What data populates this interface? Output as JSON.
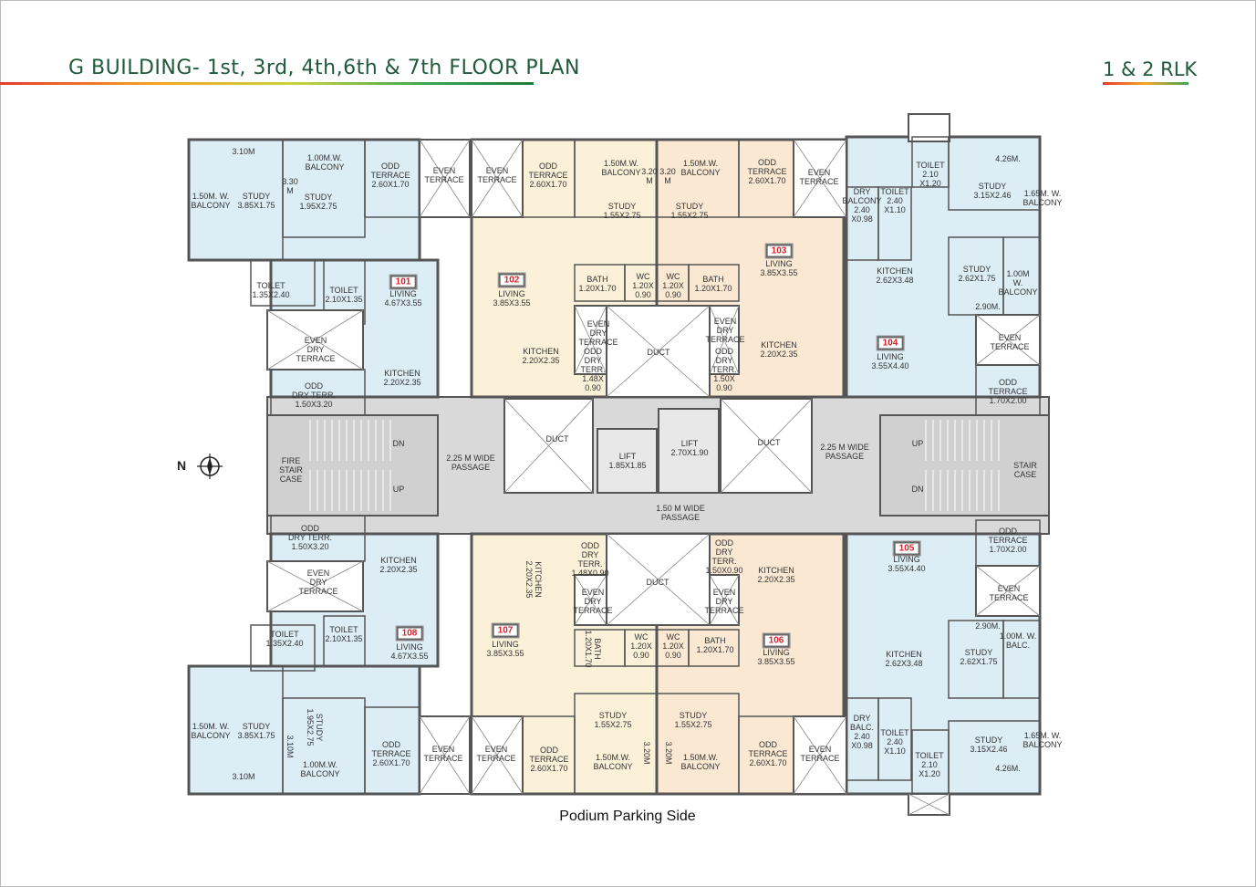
{
  "header": {
    "title": "G BUILDING- 1st, 3rd, 4th,6th & 7th FLOOR PLAN",
    "unit_type": "1 & 2 RLK"
  },
  "footer": {
    "side_label": "Podium Parking Side"
  },
  "compass": {
    "label": "N",
    "icon": "compass-north-icon"
  },
  "colors": {
    "unit_blue": "#dcedf5",
    "unit_cream": "#fbf1d9",
    "unit_peach": "#fbe8d3",
    "passage": "#d9d9d9",
    "wall": "#555555",
    "unit_number": "#d8232a"
  },
  "units": [
    "101",
    "102",
    "103",
    "104",
    "105",
    "106",
    "107",
    "108"
  ],
  "plan": {
    "labels": [
      "3.10M",
      "1.00M.W.\nBALCONY",
      "3.30\nM",
      "ODD\nTERRACE\n2.60X1.70",
      "EVEN\nTERRACE",
      "EVEN\nTERRACE",
      "1.50M. W.\nBALCONY",
      "STUDY\n3.85X1.75",
      "STUDY\n1.95X2.75",
      "TOILET\n1.35X2.40",
      "TOILET\n2.10X1.35",
      "LIVING\n4.67X3.55",
      "EVEN\nDRY\nTERRACE",
      "ODD\nDRY TERR.\n1.50X3.20",
      "KITCHEN\n2.20X2.35",
      "ODD\nTERRACE\n2.60X1.70",
      "1.50M.W.\nBALCONY",
      "3.20\nM",
      "3.20\nM",
      "1.50M.W.\nBALCONY",
      "ODD\nTERRACE\n2.60X1.70",
      "EVEN\nTERRACE",
      "STUDY\n1.55X2.75",
      "STUDY\n1.55X2.75",
      "LIVING\n3.85X3.55",
      "LIVING\n3.85X3.55",
      "BATH\n1.20X1.70",
      "WC\n1.20X\n0.90",
      "WC\n1.20X\n0.90",
      "BATH\n1.20X1.70",
      "EVEN\nDRY\nTERRACE",
      "EVEN\nDRY\nTERRACE",
      "DUCT",
      "KITCHEN\n2.20X2.35",
      "ODD\nDRY\nTERR.\n1.48X\n0.90",
      "ODD\nDRY\nTERR.\n1.50X\n0.90",
      "KITCHEN\n2.20X2.35",
      "TOILET\n2.10\nX1.20",
      "DRY\nBALCONY\n2.40\nX0.98",
      "TOILET\n2.40\nX1.10",
      "4.26M.",
      "STUDY\n3.15X2.46",
      "1.65M. W.\nBALCONY",
      "KITCHEN\n2.62X3.48",
      "STUDY\n2.62X1.75",
      "1.00M\nW.\nBALCONY",
      "2.90M.",
      "EVEN\nTERRACE",
      "LIVING\n3.55X4.40",
      "ODD\nTERRACE\n1.70X2.00",
      "FIRE\nSTAIR\nCASE",
      "DN",
      "UP",
      "2.25 M WIDE\nPASSAGE",
      "DUCT",
      "LIFT\n1.85X1.85",
      "LIFT\n2.70X1.90",
      "DUCT",
      "2.25 M WIDE\nPASSAGE",
      "UP",
      "DN",
      "STAIR\nCASE",
      "1.50 M WIDE\nPASSAGE",
      "ODD\nDRY TERR.\n1.50X3.20",
      "KITCHEN\n2.20X2.35",
      "EVEN\nDRY\nTERRACE",
      "TOILET\n1.35X2.40",
      "TOILET\n2.10X1.35",
      "LIVING\n4.67X3.55",
      "1.50M. W.\nBALCONY",
      "STUDY\n3.85X1.75",
      "STUDY\n1.95X2.75",
      "3.10M",
      "1.00M.W.\nBALCONY",
      "3.10M",
      "ODD\nTERRACE\n2.60X1.70",
      "EVEN\nTERRACE",
      "EVEN\nTERRACE",
      "KITCHEN\n2.20X2.35",
      "ODD\nDRY\nTERR.\n1.48X0.90",
      "EVEN\nDRY\nTERRACE",
      "DUCT",
      "ODD\nDRY\nTERR.\n1.50X0.90",
      "EVEN\nDRY\nTERRACE",
      "KITCHEN\n2.20X2.35",
      "LIVING\n3.85X3.55",
      "BATH\n1.20X1.70",
      "WC\n1.20X\n0.90",
      "WC\n1.20X\n0.90",
      "BATH\n1.20X1.70",
      "LIVING\n3.85X3.55",
      "STUDY\n1.55X2.75",
      "STUDY\n1.55X2.75",
      "3.20M",
      "3.20M",
      "ODD\nTERRACE\n2.60X1.70",
      "1.50M.W.\nBALCONY",
      "1.50M.W.\nBALCONY",
      "ODD\nTERRACE\n2.60X1.70",
      "EVEN\nTERRACE",
      "LIVING\n3.55X4.40",
      "ODD\nTERRACE\n1.70X2.00",
      "EVEN\nTERRACE",
      "2.90M.",
      "1.00M. W.\nBALC.",
      "KITCHEN\n2.62X3.48",
      "STUDY\n2.62X1.75",
      "DRY\nBALC.\n2.40\nX0.98",
      "TOILET\n2.40\nX1.10",
      "STUDY\n3.15X2.46",
      "1.65M. W.\nBALCONY",
      "TOILET\n2.10\nX1.20",
      "4.26M."
    ]
  }
}
